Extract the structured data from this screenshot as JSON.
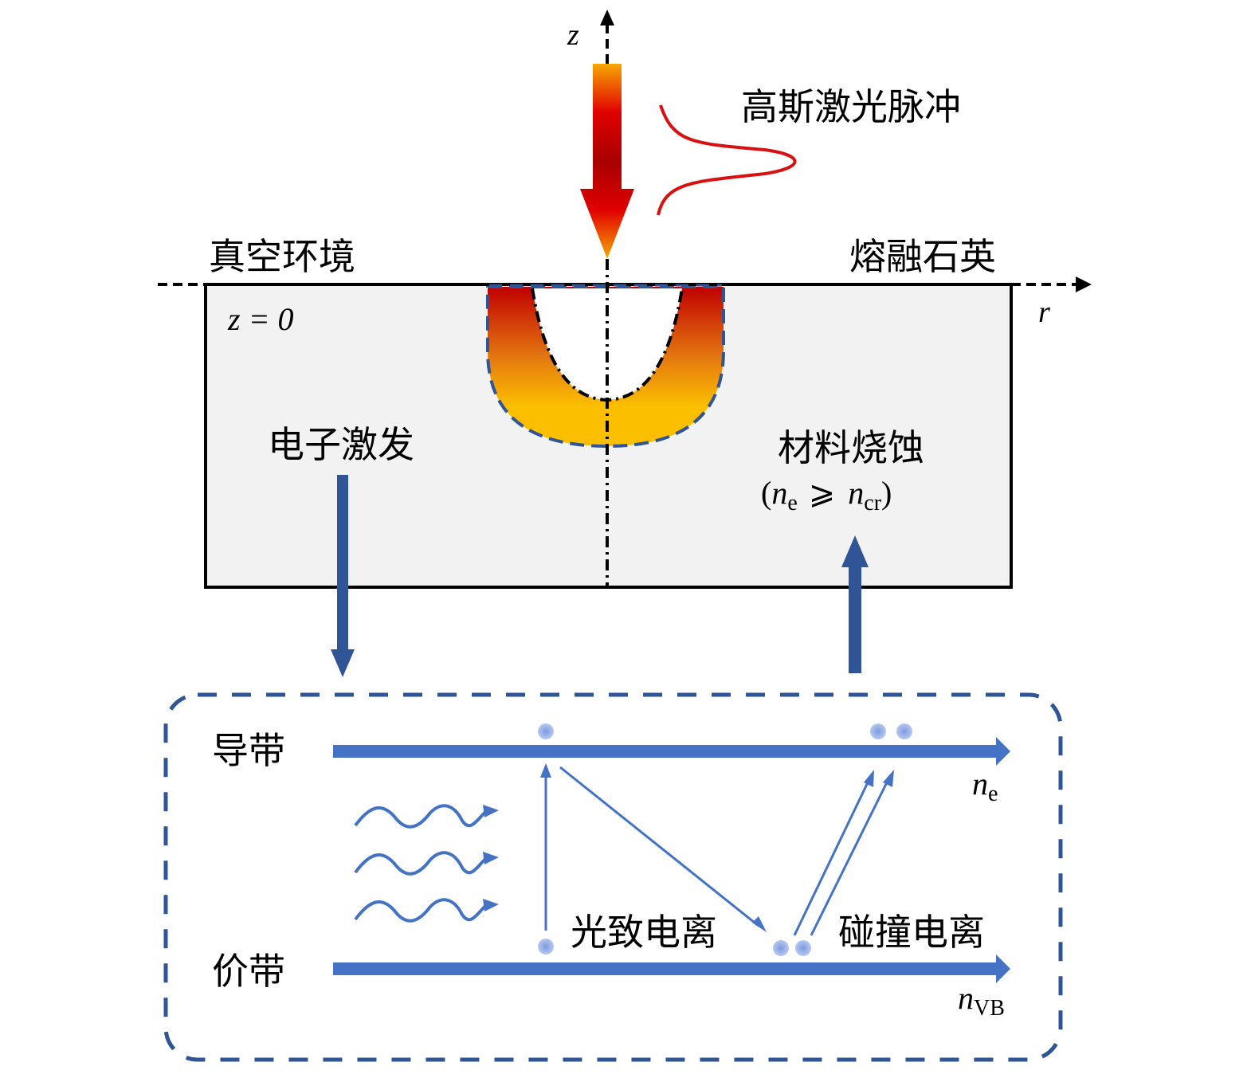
{
  "labels": {
    "z_axis": "z",
    "r_axis": "r",
    "laser_pulse": "高斯激光脉冲",
    "vacuum": "真空环境",
    "fused_silica": "熔融石英",
    "surface": "z = 0",
    "electron_excitation": "电子激发",
    "material_ablation": "材料烧蚀",
    "ablation_condition_open": "(",
    "ablation_condition_ne": "n",
    "ablation_condition_ne_sub": "e",
    "ablation_condition_op": "⩾",
    "ablation_condition_ncr": "n",
    "ablation_condition_ncr_sub": "cr",
    "ablation_condition_close": ")",
    "conduction_band": "导带",
    "valence_band": "价带",
    "photoionization": "光致电离",
    "impact_ionization": "碰撞电离",
    "ne_label": "n",
    "ne_sub": "e",
    "nvb_label": "n",
    "nvb_sub": "VB"
  },
  "colors": {
    "laser_top": "#f7a800",
    "laser_mid": "#b00000",
    "laser_red": "#e00000",
    "pulse_curve": "#d81010",
    "ablation_hot": "#c00000",
    "ablation_warm": "#fbbf00",
    "material_fill": "#f2f2f2",
    "box_border": "#2f5597",
    "band_blue": "#4472c4",
    "electron_dot": "#8fa9e6"
  }
}
